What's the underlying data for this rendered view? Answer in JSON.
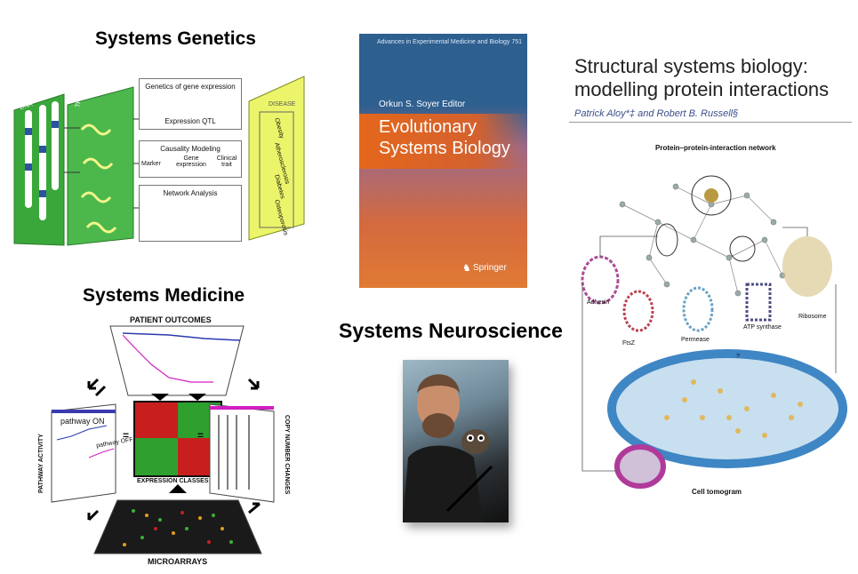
{
  "sections": {
    "genetics_title": "Systems Genetics",
    "medicine_title": "Systems Medicine",
    "neuroscience_title": "Systems Neuroscience"
  },
  "genetics_figure": {
    "dna_label": "DNA",
    "transcripts_label": "TRANSCRIPTS",
    "gene_expression_title": "Genetics of gene expression",
    "expression_qtl": "Expression QTL",
    "causality_title": "Causality Modeling",
    "marker": "Marker",
    "gene_expression": "Gene expression",
    "clinical_trait": "Clinical trait",
    "network_analysis": "Network Analysis",
    "disease_label": "DISEASE",
    "diseases": [
      "Obesity",
      "Atherosclerosis",
      "Diabetes",
      "Osteoporosis"
    ]
  },
  "book": {
    "series": "Advances in Experimental Medicine and Biology  751",
    "editor": "Orkun S. Soyer  Editor",
    "title_line1": "Evolutionary",
    "title_line2": "Systems Biology",
    "publisher": "Springer"
  },
  "paper": {
    "title_line1": "Structural systems biology:",
    "title_line2": "modelling protein interactions",
    "authors": "Patrick Aloy*‡ and Robert B. Russell§",
    "network_label": "Protein–protein-interaction network",
    "proteins": [
      "Adhesin",
      "FtsZ",
      "Permease",
      "ATP synthase",
      "Ribosome"
    ],
    "tomogram_label": "Cell tomogram",
    "question_mark": "?"
  },
  "medicine_figure": {
    "patient_outcomes": "PATIENT OUTCOMES",
    "expression_classes": "EXPRESSION CLASSES",
    "microarrays": "MICROARRAYS",
    "pathway_activity": "PATHWAY ACTIVITY",
    "copy_number_changes": "COPY NUMBER CHANGES",
    "pathway_on": "pathway ON",
    "pathway_off": "pathway OFF",
    "equals": "="
  },
  "colors": {
    "genetics_green": "#3aa73a",
    "disease_yellow": "#ecf56a",
    "book_blue": "#2d5f8f",
    "book_orange": "#e4671b",
    "heatmap_red": "#c81e1e",
    "heatmap_green": "#2ea02e"
  }
}
